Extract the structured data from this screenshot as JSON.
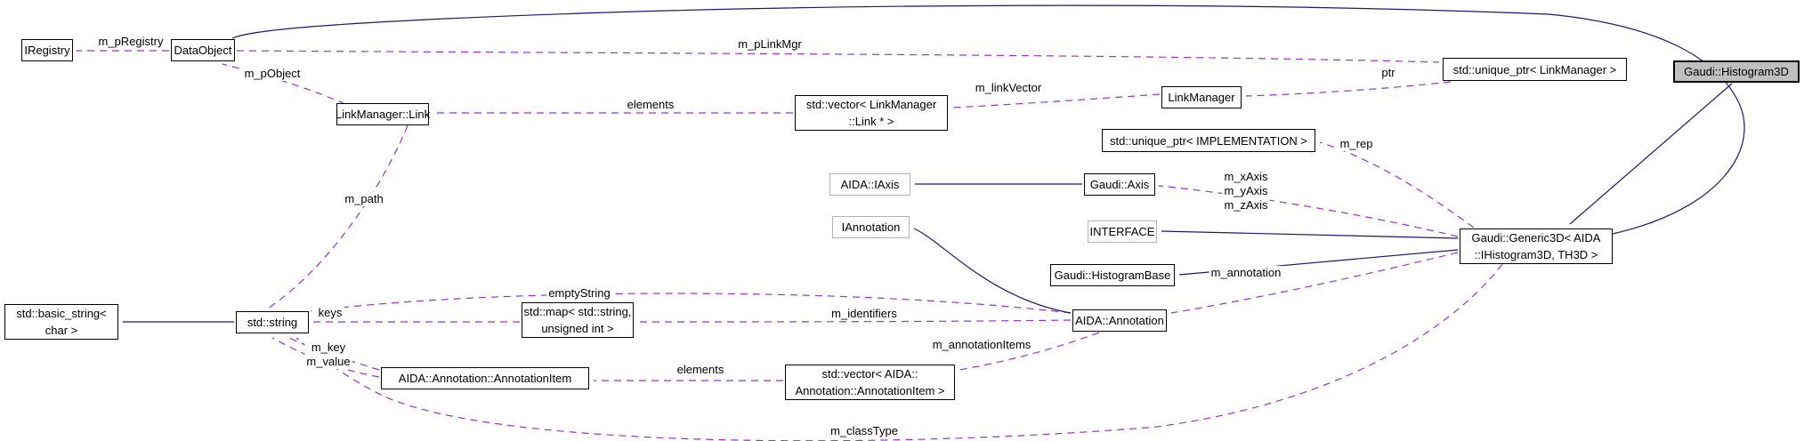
{
  "diagram": {
    "type": "collaboration-graph",
    "current_class": "Gaudi::Histogram3D",
    "colors": {
      "usage_edge": "#9a32cd",
      "inheritance_edge": "#191970",
      "current_node_fill": "#bfbfbf",
      "node_border": "#000000",
      "external_node_border": "#b4b4b4",
      "background": "#ffffff"
    }
  },
  "nodes": [
    {
      "id": "iregistry",
      "label": "IRegistry",
      "type": "class"
    },
    {
      "id": "dataobject",
      "label": "DataObject",
      "type": "class"
    },
    {
      "id": "linkmanager-link",
      "label": "LinkManager::Link",
      "type": "class"
    },
    {
      "id": "vector-link",
      "label": "std::vector< LinkManager\n::Link * >",
      "type": "class"
    },
    {
      "id": "linkmanager",
      "label": "LinkManager",
      "type": "class"
    },
    {
      "id": "uptr-linkmanager",
      "label": "std::unique_ptr< LinkManager >",
      "type": "class"
    },
    {
      "id": "histogram3d",
      "label": "Gaudi::Histogram3D",
      "type": "current"
    },
    {
      "id": "uptr-implementation",
      "label": "std::unique_ptr< IMPLEMENTATION >",
      "type": "class"
    },
    {
      "id": "aida-iaxis",
      "label": "AIDA::IAxis",
      "type": "external"
    },
    {
      "id": "gaudi-axis",
      "label": "Gaudi::Axis",
      "type": "class"
    },
    {
      "id": "iannotation",
      "label": "IAnnotation",
      "type": "external"
    },
    {
      "id": "interface",
      "label": "INTERFACE",
      "type": "external"
    },
    {
      "id": "histogrambase",
      "label": "Gaudi::HistogramBase",
      "type": "class"
    },
    {
      "id": "generic3d",
      "label": "Gaudi::Generic3D< AIDA\n::IHistogram3D, TH3D >",
      "type": "class"
    },
    {
      "id": "annotation",
      "label": "AIDA::Annotation",
      "type": "class"
    },
    {
      "id": "map-string-uint",
      "label": "std::map< std::string,\nunsigned int >",
      "type": "class"
    },
    {
      "id": "basic-string",
      "label": "std::basic_string<\nchar >",
      "type": "class"
    },
    {
      "id": "std-string",
      "label": "std::string",
      "type": "class"
    },
    {
      "id": "annotationitem",
      "label": "AIDA::Annotation::AnnotationItem",
      "type": "class"
    },
    {
      "id": "vector-annotationitem",
      "label": "std::vector< AIDA::\nAnnotation::AnnotationItem >",
      "type": "class"
    }
  ],
  "edges": [
    {
      "id": "m_pRegistry",
      "from": "dataobject",
      "to": "iregistry",
      "label": "m_pRegistry",
      "kind": "usage"
    },
    {
      "id": "m_pObject",
      "from": "linkmanager-link",
      "to": "dataobject",
      "label": "m_pObject",
      "kind": "usage"
    },
    {
      "id": "m_pLinkMgr",
      "from": "dataobject",
      "to": "uptr-linkmanager",
      "label": "m_pLinkMgr",
      "kind": "usage"
    },
    {
      "id": "ptr",
      "from": "uptr-linkmanager",
      "to": "linkmanager",
      "label": "ptr",
      "kind": "usage"
    },
    {
      "id": "m_linkVector",
      "from": "linkmanager",
      "to": "vector-link",
      "label": "m_linkVector",
      "kind": "usage"
    },
    {
      "id": "elements-links",
      "from": "vector-link",
      "to": "linkmanager-link",
      "label": "elements",
      "kind": "usage"
    },
    {
      "id": "m_rep",
      "from": "generic3d",
      "to": "uptr-implementation",
      "label": "m_rep",
      "kind": "usage"
    },
    {
      "id": "m_axes",
      "from": "generic3d",
      "to": "gaudi-axis",
      "label": "m_xAxis\nm_yAxis\nm_zAxis",
      "kind": "usage"
    },
    {
      "id": "m_annotation",
      "from": "generic3d",
      "to": "annotation",
      "label": "m_annotation",
      "kind": "usage"
    },
    {
      "id": "m_identifiers",
      "from": "annotation",
      "to": "map-string-uint",
      "label": "m_identifiers",
      "kind": "usage"
    },
    {
      "id": "keys",
      "from": "map-string-uint",
      "to": "std-string",
      "label": "keys",
      "kind": "usage"
    },
    {
      "id": "emptyString",
      "from": "annotation",
      "to": "std-string",
      "label": "emptyString",
      "kind": "usage"
    },
    {
      "id": "m_annotationItems",
      "from": "annotation",
      "to": "vector-annotationitem",
      "label": "m_annotationItems",
      "kind": "usage"
    },
    {
      "id": "elements-items",
      "from": "vector-annotationitem",
      "to": "annotationitem",
      "label": "elements",
      "kind": "usage"
    },
    {
      "id": "m_key_value",
      "from": "annotationitem",
      "to": "std-string",
      "label": "m_key\nm_value",
      "kind": "usage"
    },
    {
      "id": "m_path",
      "from": "linkmanager-link",
      "to": "std-string",
      "label": "m_path",
      "kind": "usage"
    },
    {
      "id": "m_classType",
      "from": "generic3d",
      "to": "std-string",
      "label": "m_classType",
      "kind": "usage"
    },
    {
      "id": "inherit-basic-string",
      "from": "std-string",
      "to": "basic-string",
      "label": "",
      "kind": "inheritance"
    },
    {
      "id": "inherit-iaxis",
      "from": "gaudi-axis",
      "to": "aida-iaxis",
      "label": "",
      "kind": "inheritance"
    },
    {
      "id": "inherit-iannotation",
      "from": "annotation",
      "to": "iannotation",
      "label": "",
      "kind": "inheritance"
    },
    {
      "id": "inherit-interface",
      "from": "generic3d",
      "to": "interface",
      "label": "",
      "kind": "inheritance"
    },
    {
      "id": "inherit-histogrambase",
      "from": "generic3d",
      "to": "histogrambase",
      "label": "",
      "kind": "inheritance"
    },
    {
      "id": "inherit-generic3d",
      "from": "histogram3d",
      "to": "generic3d",
      "label": "",
      "kind": "inheritance"
    },
    {
      "id": "inherit-dataobject",
      "from": "generic3d",
      "to": "dataobject",
      "label": "",
      "kind": "inheritance"
    }
  ]
}
